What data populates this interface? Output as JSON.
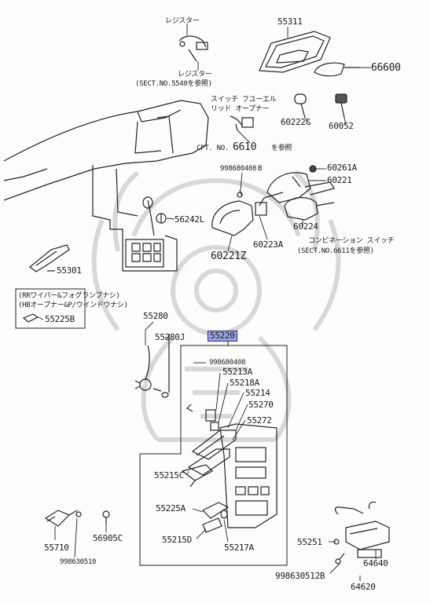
{
  "labels": {
    "p55311": "55311",
    "p66600": "66600",
    "p60222c": "60222C",
    "p60052": "60052",
    "p6610": "6610",
    "cpt_no": "CPT. NO.",
    "sansho1": "を参照",
    "p998680408b": "998680408",
    "p60261a": "60261A",
    "p60221": "60221",
    "p56242l": "56242L",
    "p60223a": "60223A",
    "p60224": "60224",
    "p60221z": "60221Z",
    "p55301": "55301",
    "p55225b": "55225B",
    "p55280": "55280",
    "p55280j": "55280J",
    "p55220": "55220",
    "p998680408": "998680408",
    "p55213a": "55213A",
    "p55218a": "55218A",
    "p55214": "55214",
    "p55270": "55270",
    "p55272": "55272",
    "p55215c": "55215C",
    "p55225a": "55225A",
    "p55215d": "55215D",
    "p55217a": "55217A",
    "p55710": "55710",
    "p56905c": "56905C",
    "p998630510": "998630510",
    "p55251": "55251",
    "p64640": "64640",
    "p998630512b": "998630512B",
    "p64620": "64620"
  },
  "notes": {
    "resister_top": "レジスター",
    "resister_label": "レジスター",
    "resister_sect": "(SECT.NO.5540を参照)",
    "switch_line1": "スイッチ フユーエル",
    "switch_line2": "リッド オープナー",
    "combination_line1": "コンビネーション スイッチ",
    "combination_sect": "(SECT.NO.6611を参照)",
    "box_line1": "(RRワイパー&フォグランプナシ)",
    "box_line2": "(HBオープナー&P/ウインドウナシ)"
  },
  "colors": {
    "ink": "#1a1a1a",
    "highlight": "#9aa6e6",
    "watermark": "#d4d4d4"
  },
  "icons": {
    "watermark": "samurai-helmet-logo"
  }
}
